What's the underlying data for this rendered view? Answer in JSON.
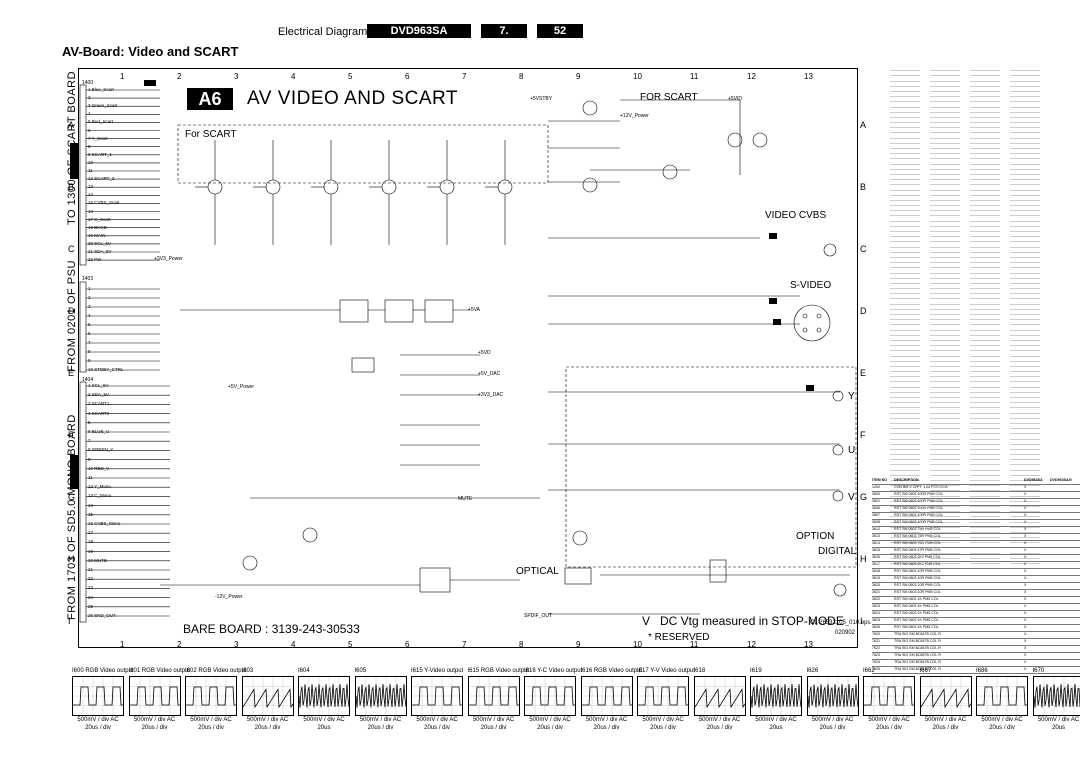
{
  "header": {
    "section": "Electrical Diagrams",
    "model": "DVD963SA",
    "chapter": "7.",
    "page": "52",
    "subtitle": "AV-Board: Video and SCART"
  },
  "title": {
    "badge": "A6",
    "text": "AV VIDEO AND SCART"
  },
  "grid": {
    "columns": [
      "1",
      "2",
      "3",
      "4",
      "5",
      "6",
      "7",
      "8",
      "9",
      "10",
      "11",
      "12",
      "13"
    ],
    "rows": [
      "A",
      "B",
      "C",
      "D",
      "E",
      "F",
      "G",
      "H",
      "I"
    ]
  },
  "side_labels": {
    "top": "TO 1300 OF SCART BOARD",
    "mid": "FROM 0201 OF PSU",
    "bottom": "FROM 1703 OF SD5.0 MONO BOARD"
  },
  "connectors": {
    "c1400": "1400",
    "c1403": "1403",
    "c1404": "1404"
  },
  "section_labels": {
    "for_scart_left": "For SCART",
    "for_scart_right": "FOR SCART",
    "video_cvbs": "VIDEO CVBS",
    "s_video": "S-VIDEO",
    "optical": "OPTICAL",
    "digital": "DIGITAL",
    "option": "OPTION",
    "y": "Y",
    "u": "U",
    "v": "V"
  },
  "pins_top": [
    "1 Blue_Scart",
    "2",
    "3 Green_Scart",
    "4",
    "5 Red_Scart",
    "6",
    "7 Y_Scart",
    "8",
    "9 SCART_1",
    "10",
    "11",
    "12 SCART_2",
    "13",
    "14",
    "15 CVBS_Scart",
    "16",
    "17 C_Scart",
    "18 BKGD",
    "19 MAIN",
    "20 SCL_5V",
    "21 SDA_5V",
    "22 PSI"
  ],
  "pins_mid": [
    "1",
    "2",
    "3",
    "4",
    "5",
    "6",
    "7",
    "8",
    "9",
    "10 STDBY_CTRL"
  ],
  "pins_bottom": [
    "1 SCL_5V",
    "2 SDA_5V",
    "3 SCART1",
    "4 SCART2",
    "5",
    "6 BLUE_U",
    "7",
    "8 GREEN_Y",
    "9",
    "10 RED_V",
    "11",
    "12 Y_Mono",
    "13 C_Mono",
    "14",
    "15",
    "16 CVBS_Mono",
    "17",
    "18",
    "19",
    "20 MUTE",
    "21",
    "22",
    "23",
    "24",
    "25",
    "26 SND_OUT"
  ],
  "nets": {
    "v5stby": "+5VSTBY",
    "v5vid": "+5VID",
    "v12power": "+12V_Power",
    "m12power": "-12V_Power",
    "v33power": "+3V3_Power",
    "v5power": "+5V_Power",
    "v5d": "+5VD",
    "v5dac": "+5V_DAC",
    "v3dac": "+3V3_DAC",
    "v5a": "+5VA",
    "mute": "MUTE",
    "spdif": "SPDIF_OUT"
  },
  "footer": {
    "bare_board": "BARE BOARD : 3139-243-30533",
    "dc_note": "DC Vtg measured in STOP-MODE",
    "v_mark": "V",
    "reserved": "RESERVED",
    "cl": "CL 26532105_010.eps",
    "date": "020902"
  },
  "table": {
    "headers": [
      "ITEM NO",
      "DESCRIPTION",
      "DVD963SA",
      "DVD963SA/0"
    ],
    "rows": [
      [
        "1400",
        "CON BM V 22P F 1.00 FCS 0.0 A",
        "X",
        ""
      ],
      [
        "3600",
        "RST SM 0603 100R PM5 COL",
        "X",
        ""
      ],
      [
        "3601",
        "RST SM 0603 100R PM5 COL",
        "X",
        ""
      ],
      [
        "3606",
        "RST SM 0603 100R PM5 COL",
        "X",
        ""
      ],
      [
        "3607",
        "RST SM 0603 100R PM5 COL",
        "X",
        ""
      ],
      [
        "3608",
        "RST SM 0603 100R PM5 COL",
        "X",
        ""
      ],
      [
        "3612",
        "RST SM 0603 75R PM5 COL",
        "X",
        ""
      ],
      [
        "3613",
        "RST SM 0603 75R PM5 COL",
        "X",
        ""
      ],
      [
        "3614",
        "RST SM 0603 75R PM5 COL",
        "X",
        ""
      ],
      [
        "3615",
        "RST SM 0603 47R PM5 COL",
        "X",
        ""
      ],
      [
        "3616",
        "RST SM 0603 2K2 PM5 COL",
        "X",
        ""
      ],
      [
        "3617",
        "RST SM 0603 2K2 PM5 COL",
        "X",
        ""
      ],
      [
        "3618",
        "RST SM 0603 10R PM5 COL",
        "X",
        ""
      ],
      [
        "3619",
        "RST SM 0603 10R PM5 COL",
        "X",
        ""
      ],
      [
        "3620",
        "RST SM 0603 10R PM5 COL",
        "X",
        ""
      ],
      [
        "3621",
        "RST SM 0603 10R PM5 COL",
        "X",
        ""
      ],
      [
        "3622",
        "RST SM 0603 1K PM5 COL",
        "X",
        ""
      ],
      [
        "3623",
        "RST SM 0603 1K PM5 COL",
        "X",
        ""
      ],
      [
        "3624",
        "RST SM 0603 1K PM5 COL",
        "X",
        ""
      ],
      [
        "3625",
        "RST SM 0603 1K PM5 COL",
        "X",
        ""
      ],
      [
        "3626",
        "RST SM 0603 1K PM5 COL",
        "X",
        ""
      ],
      [
        "7620",
        "TRA SIG SM BC847B COL R",
        "X",
        ""
      ],
      [
        "7621",
        "TRA SIG SM BC847B COL R",
        "X",
        ""
      ],
      [
        "7622",
        "TRA SIG SM BC857B COL R",
        "X",
        ""
      ],
      [
        "7623",
        "TRA SIG SM BC857B COL R",
        "X",
        ""
      ],
      [
        "7624",
        "TRA SIG SM BC847B COL R",
        "X",
        ""
      ],
      [
        "7625",
        "TRA SIG SM BC847B COL R",
        "X",
        ""
      ]
    ]
  },
  "scopes": [
    {
      "name": "I600",
      "desc": "RGB Video output",
      "scale": "500mV / div AC",
      "time": "20us / div",
      "wave": "square"
    },
    {
      "name": "I601",
      "desc": "RGB Video output",
      "scale": "500mV / div AC",
      "time": "20us / div",
      "wave": "square"
    },
    {
      "name": "I602",
      "desc": "RGB Video output",
      "scale": "500mV / div AC",
      "time": "20us / div",
      "wave": "square"
    },
    {
      "name": "I603",
      "desc": "",
      "scale": "500mV / div AC",
      "time": "20us / div",
      "wave": "ramp"
    },
    {
      "name": "I604",
      "desc": "",
      "scale": "500mV / div AC",
      "time": "20us",
      "wave": "dense"
    },
    {
      "name": "I605",
      "desc": "",
      "scale": "500mV / div AC",
      "time": "20us / div",
      "wave": "dense"
    },
    {
      "name": "I615",
      "desc": "Y-Video output",
      "scale": "500mV / div AC",
      "time": "20us / div",
      "wave": "square"
    },
    {
      "name": "I615",
      "desc": "RGB Video output",
      "scale": "500mV / div AC",
      "time": "20us / div",
      "wave": "square"
    },
    {
      "name": "I616",
      "desc": "Y-C Video output",
      "scale": "500mV / div AC",
      "time": "20us / div",
      "wave": "square"
    },
    {
      "name": "I616",
      "desc": "RGB Video output",
      "scale": "500mV / div AC",
      "time": "20us / div",
      "wave": "square"
    },
    {
      "name": "I617",
      "desc": "Y-V Video output",
      "scale": "500mV / div AC",
      "time": "20us / div",
      "wave": "square"
    },
    {
      "name": "I618",
      "desc": "",
      "scale": "500mV / div AC",
      "time": "20us / div",
      "wave": "ramp"
    },
    {
      "name": "I619",
      "desc": "",
      "scale": "500mV / div AC",
      "time": "20us",
      "wave": "dense"
    },
    {
      "name": "I626",
      "desc": "",
      "scale": "500mV / div AC",
      "time": "20us / div",
      "wave": "dense"
    },
    {
      "name": "I662",
      "desc": "",
      "scale": "500mV / div AC",
      "time": "20us / div",
      "wave": "square"
    },
    {
      "name": "I667",
      "desc": "",
      "scale": "500mV / div AC",
      "time": "20us / div",
      "wave": "ramp"
    },
    {
      "name": "I686",
      "desc": "",
      "scale": "500mV / div AC",
      "time": "20us / div",
      "wave": "square"
    },
    {
      "name": "I670",
      "desc": "",
      "scale": "500mV / div AC",
      "time": "20us",
      "wave": "dense"
    }
  ]
}
